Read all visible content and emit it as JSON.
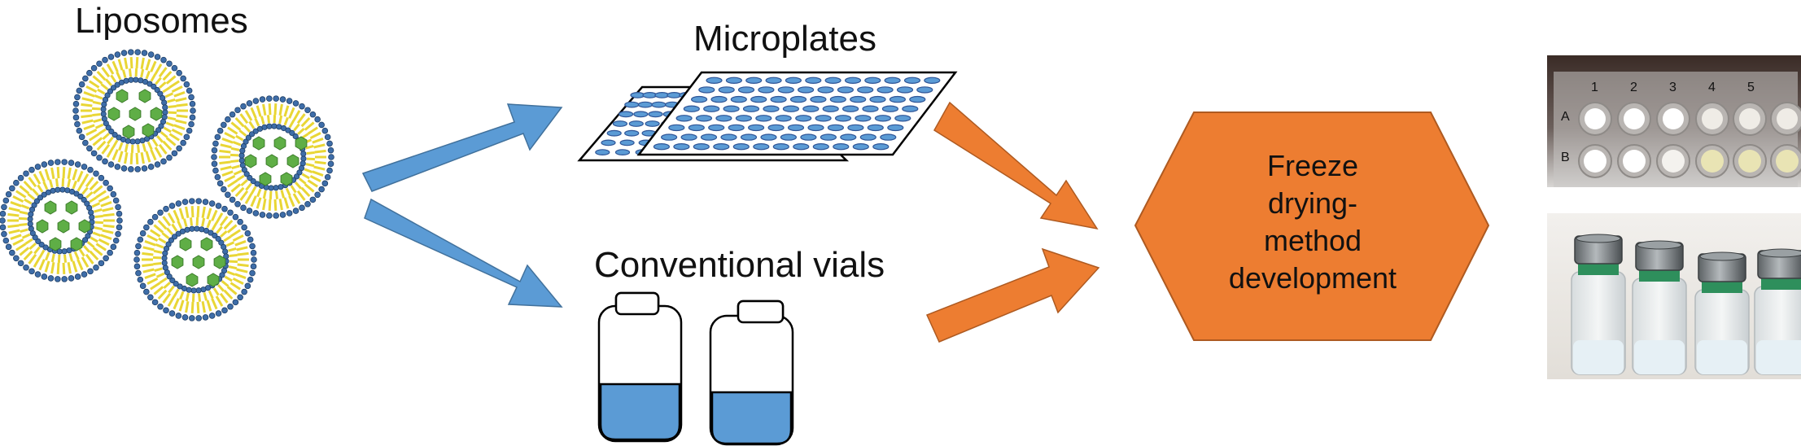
{
  "labels": {
    "liposomes": "Liposomes",
    "microplates": "Microplates",
    "vials": "Conventional vials"
  },
  "process": {
    "line1": "Freeze",
    "line2": "drying-",
    "line3": "method",
    "line4": "development"
  },
  "photo_plate": {
    "row_a": "A",
    "row_b": "B",
    "columns": [
      "1",
      "2",
      "3",
      "4",
      "5"
    ]
  },
  "colors": {
    "blue_arrow": "#5B9BD5",
    "orange_arrow": "#ED7D31",
    "hexagon": "#ED7D31",
    "liposome_core": "#5FAE46",
    "lipid_head": "#3E6DA8",
    "lipid_tail": "#E9D635",
    "well": "#5B9BD5",
    "vial_liquid": "#5B9BD5"
  },
  "icons": {
    "liposome": "liposome-icon",
    "microplate": "microplate-icon",
    "vial": "vial-icon"
  }
}
